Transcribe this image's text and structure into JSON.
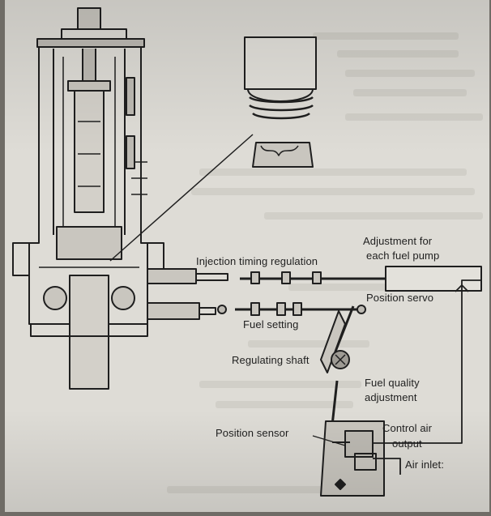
{
  "labels": {
    "adjustment": "Adjustment for",
    "adjustment_2": "each fuel pump",
    "injection_timing": "Injection timing regulation",
    "position_servo": "Position servo",
    "fuel_setting": "Fuel setting",
    "regulating_shaft": "Regulating shaft",
    "fuel_quality": "Fuel quality",
    "fuel_quality_2": "adjustment",
    "control_air": "Control air",
    "control_air_2": "output",
    "position_sensor": "Position sensor",
    "air_inlet": "Air inlet:"
  },
  "colors": {
    "paper": "#dedcd6",
    "ink": "#1f1f1f",
    "background": "#6f6c66"
  }
}
